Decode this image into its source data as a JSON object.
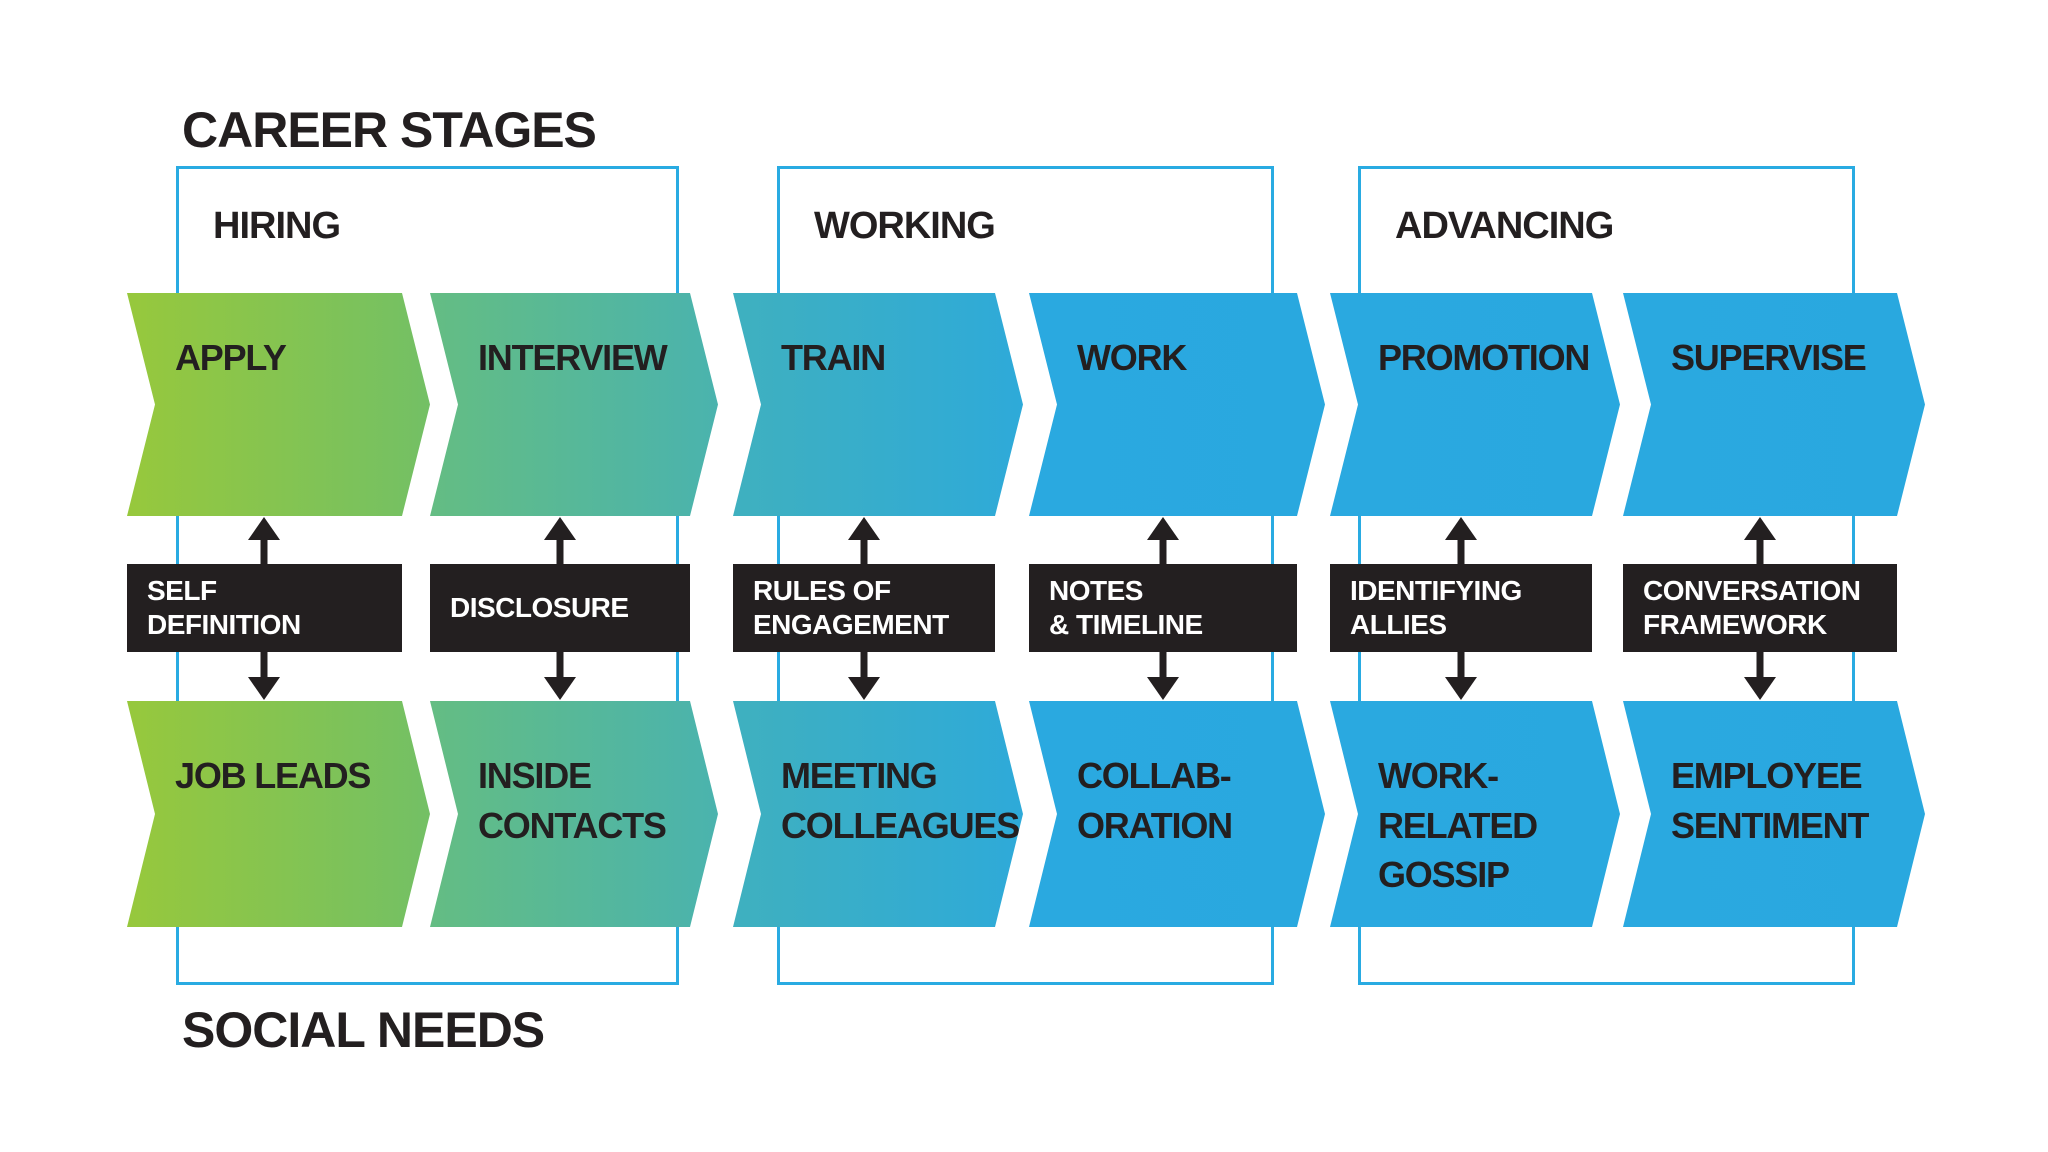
{
  "title": "CAREER STAGES",
  "footer": "SOCIAL NEEDS",
  "groups": [
    {
      "label": "HIRING"
    },
    {
      "label": "WORKING"
    },
    {
      "label": "ADVANCING"
    }
  ],
  "columns": [
    {
      "group": "HIRING",
      "stage_lines": [
        "APPLY"
      ],
      "bridge_lines": [
        "SELF",
        "DEFINITION"
      ],
      "need_lines": [
        "JOB LEADS"
      ],
      "gradient_from": "#97c83c",
      "gradient_to": "#73c065"
    },
    {
      "group": "HIRING",
      "stage_lines": [
        "INTERVIEW"
      ],
      "bridge_lines": [
        "DISCLOSURE"
      ],
      "need_lines": [
        "INSIDE",
        "CONTACTS"
      ],
      "gradient_from": "#64bd83",
      "gradient_to": "#4ab3ae"
    },
    {
      "group": "WORKING",
      "stage_lines": [
        "TRAIN"
      ],
      "bridge_lines": [
        "RULES OF",
        "ENGAGEMENT"
      ],
      "need_lines": [
        "MEETING",
        "COLLEAGUES"
      ],
      "gradient_from": "#3fb0bf",
      "gradient_to": "#2eaad9"
    },
    {
      "group": "WORKING",
      "stage_lines": [
        "WORK"
      ],
      "bridge_lines": [
        "NOTES",
        "& TIMELINE"
      ],
      "need_lines": [
        "COLLAB-",
        "ORATION"
      ],
      "gradient_from": "#2aa9e0",
      "gradient_to": "#29a8df"
    },
    {
      "group": "ADVANCING",
      "stage_lines": [
        "PROMOTION"
      ],
      "bridge_lines": [
        "IDENTIFYING",
        "ALLIES"
      ],
      "need_lines": [
        "WORK-",
        "RELATED",
        "GOSSIP"
      ],
      "gradient_from": "#2aa9e0",
      "gradient_to": "#29a8df"
    },
    {
      "group": "ADVANCING",
      "stage_lines": [
        "SUPERVISE"
      ],
      "bridge_lines": [
        "CONVERSATION",
        "FRAMEWORK"
      ],
      "need_lines": [
        "EMPLOYEE",
        "SENTIMENT"
      ],
      "gradient_from": "#2aa9e0",
      "gradient_to": "#29a8df"
    }
  ],
  "colors": {
    "outline_blue": "#29abe2",
    "chevron_blue": "#29a8df",
    "bridge_black": "#231f20",
    "text_dark": "#231f20",
    "text_light": "#ffffff",
    "background": "#ffffff"
  }
}
